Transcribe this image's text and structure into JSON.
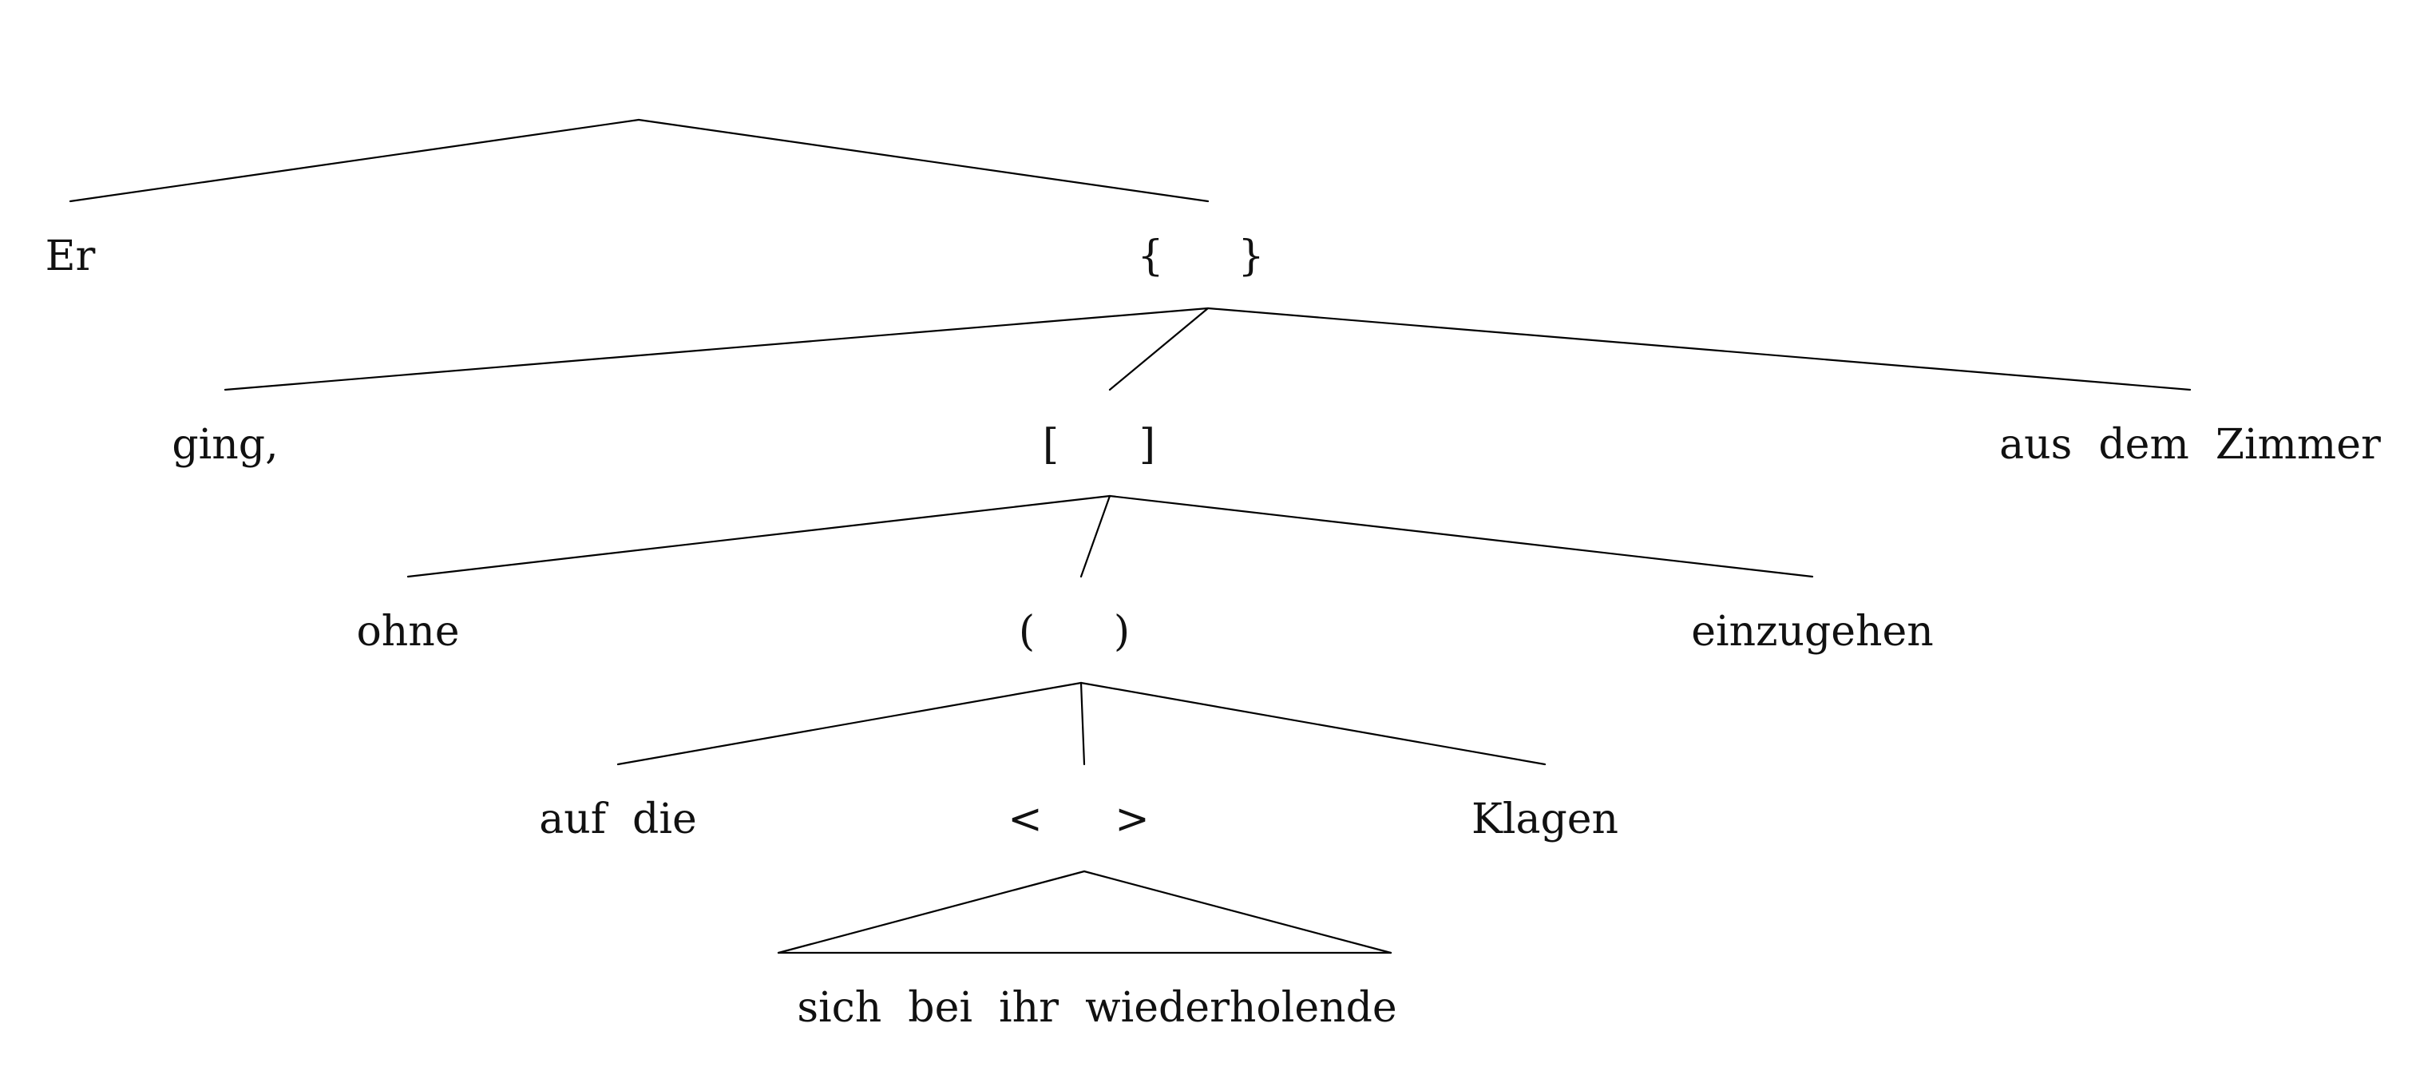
{
  "diagram": {
    "nodes": {
      "er": "Er",
      "curly_open": "{",
      "curly_close": "}",
      "ging": "ging,",
      "square_open": "[",
      "square_close": "]",
      "aus_dem_zimmer": "aus  dem  Zimmer",
      "ohne": "ohne",
      "paren_open": "(",
      "paren_close": ")",
      "einzugehen": "einzugehen",
      "auf_die": "auf  die",
      "angle_open": "<",
      "angle_close": ">",
      "klagen": "Klagen",
      "sich_bei_ihr_wiederholende": "sich  bei  ihr  wiederholende"
    },
    "colors": {
      "line": "#000000",
      "text": "#111111",
      "background": "#ffffff"
    }
  }
}
